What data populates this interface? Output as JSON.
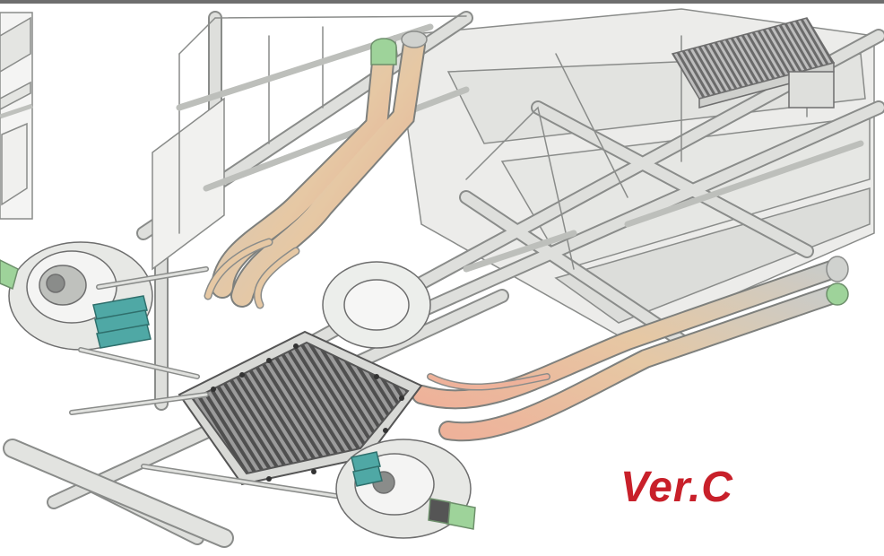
{
  "caption": {
    "text": "Ver.C"
  },
  "colors": {
    "frame_tube": "#dedfdc",
    "frame_outline": "#8a8c8a",
    "floor_panel": "#ececea",
    "exhaust_pipe": "#c9cbc8",
    "exhaust_heat_tint": "#e6c8a4",
    "exhaust_heat_hot": "#e8a890",
    "pipe_tip": "#9ed39a",
    "spring": "#4fa8a5",
    "radiator_core": "#707070",
    "caption": "#c8202a"
  },
  "parts": [
    "space-frame",
    "floor-panels",
    "upper-exhaust-header",
    "lower-exhaust-header",
    "radiator",
    "cooler",
    "front-left-wheel-hub",
    "front-right-wheel-hub",
    "suspension-spring",
    "axle-tip"
  ]
}
